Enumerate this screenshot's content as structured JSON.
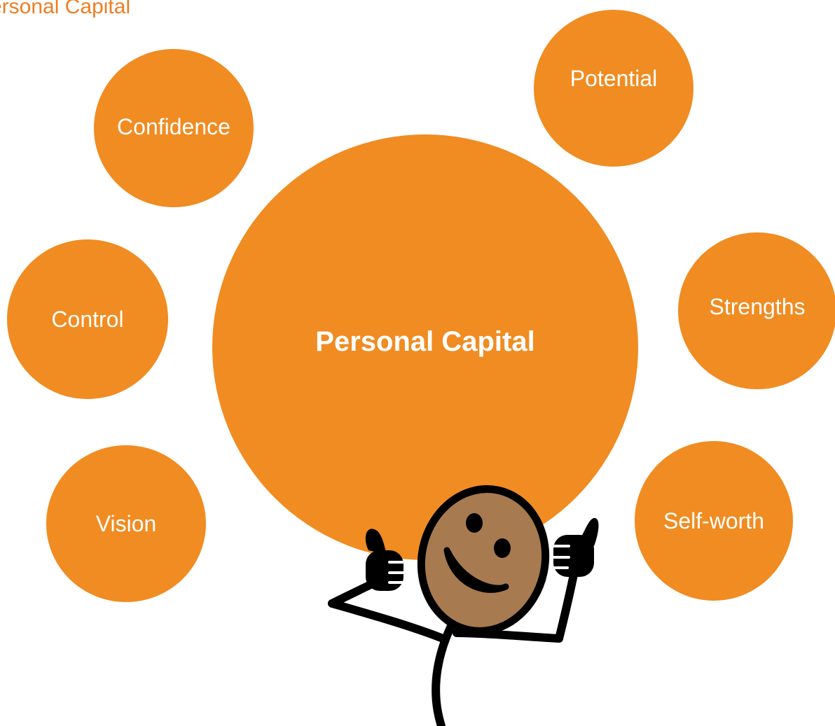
{
  "title": "ersonal Capital",
  "colors": {
    "bubble": "#F08C22",
    "title": "#EE7D22",
    "bubble_text": "#FFFFFF",
    "figure_skin": "#A87A4F",
    "figure_outline": "#000000"
  },
  "center": {
    "label": "Personal Capital"
  },
  "bubbles": [
    {
      "label": "Confidence"
    },
    {
      "label": "Potential"
    },
    {
      "label": "Control"
    },
    {
      "label": "Strengths"
    },
    {
      "label": "Vision"
    },
    {
      "label": "Self-worth"
    }
  ],
  "illustration": {
    "icon": "thumbs-up-stick-figure-icon"
  }
}
